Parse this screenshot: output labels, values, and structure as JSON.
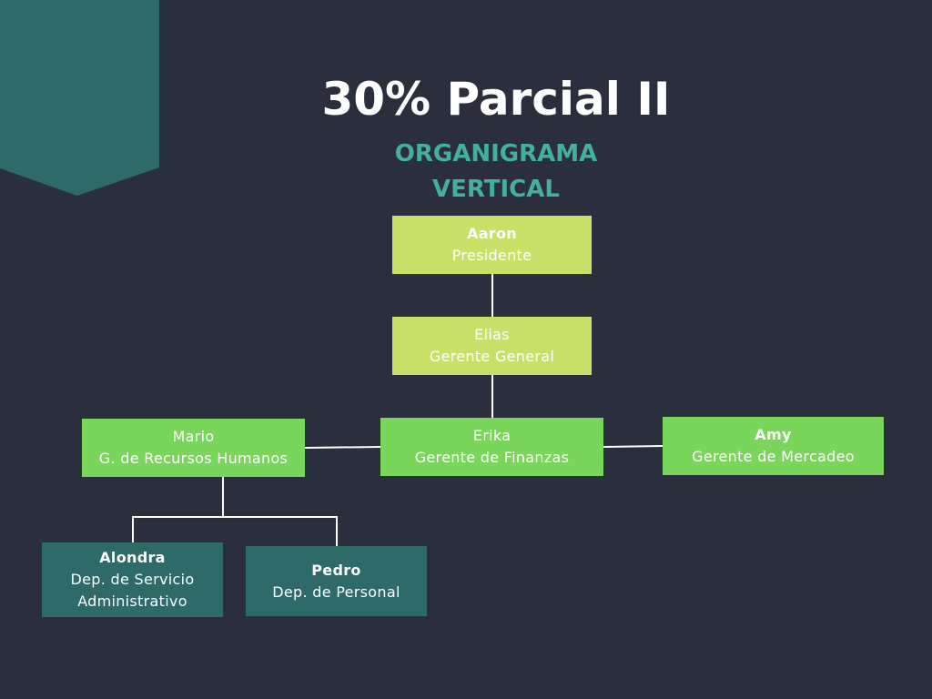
{
  "title": "30% Parcial II",
  "subtitle": {
    "line1": "ORGANIGRAMA",
    "line2": "VERTICAL"
  },
  "colors": {
    "background": "#2b2e3d",
    "accent_teal": "#2d6a68",
    "subtitle": "#45b09a",
    "lime": "#c8e067",
    "green": "#7ad65a",
    "lines": "#ffffff"
  },
  "nodes": {
    "aaron": {
      "name": "Aaron",
      "role": "Presidente"
    },
    "elias": {
      "name": "Elias",
      "role": "Gerente General"
    },
    "mario": {
      "name": "Mario",
      "role": "G. de Recursos Humanos"
    },
    "erika": {
      "name": "Erika",
      "role": "Gerente de Finanzas"
    },
    "amy": {
      "name": "Amy",
      "role": "Gerente de Mercadeo"
    },
    "alondra": {
      "name": "Alondra",
      "role_line1": "Dep. de Servicio",
      "role_line2": "Administrativo"
    },
    "pedro": {
      "name": "Pedro",
      "role": "Dep. de Personal"
    }
  }
}
